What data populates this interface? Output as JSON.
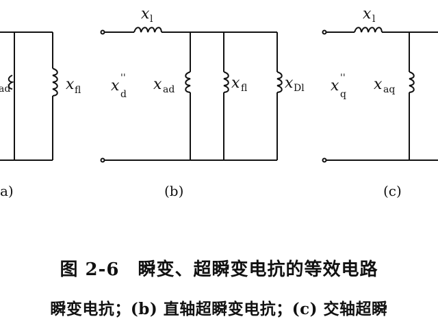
{
  "figure": {
    "circuit_a": {
      "label_partial": "ad",
      "reactance_right": "x",
      "reactance_right_sub": "fl",
      "caption": "a)"
    },
    "circuit_b": {
      "top_reactance": "x",
      "top_reactance_sub": "l",
      "equivalent": "x",
      "equivalent_prime": "''",
      "equivalent_sub": "d",
      "branch1": "x",
      "branch1_sub": "ad",
      "branch2": "x",
      "branch2_sub": "fl",
      "branch3": "x",
      "branch3_sub": "Dl",
      "caption": "(b)"
    },
    "circuit_c": {
      "top_reactance": "x",
      "top_reactance_sub": "l",
      "equivalent": "x",
      "equivalent_prime": "''",
      "equivalent_sub": "q",
      "branch1": "x",
      "branch1_sub": "aq",
      "caption": "(c)"
    },
    "caption_title": "图 2-6　瞬变、超瞬变电抗的等效电路",
    "caption_detail": "瞬变电抗；(b) 直轴超瞬变电抗；(c) 交轴超瞬"
  }
}
